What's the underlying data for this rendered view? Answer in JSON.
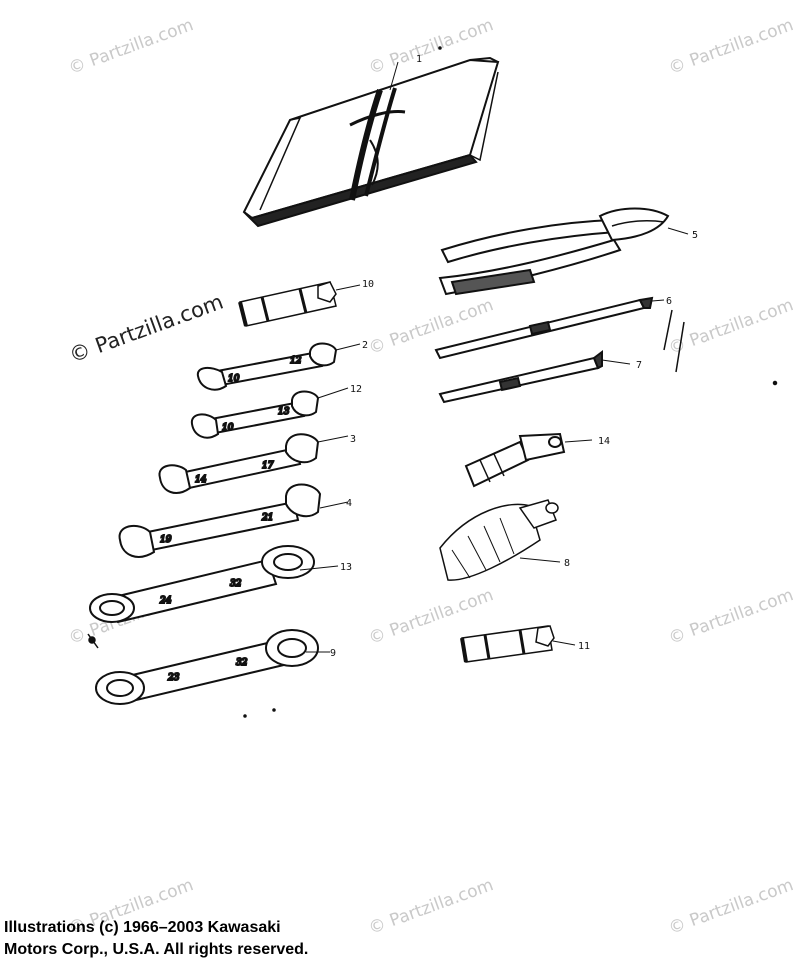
{
  "watermark": {
    "text": "© Partzilla.com"
  },
  "callouts": [
    "1",
    "2",
    "3",
    "4",
    "5",
    "6",
    "7",
    "8",
    "9",
    "10",
    "11",
    "12",
    "13",
    "14"
  ],
  "wrench_sizes": {
    "w2": [
      "10",
      "12"
    ],
    "w12": [
      "10",
      "13"
    ],
    "w3": [
      "14",
      "17"
    ],
    "w4": [
      "19",
      "21"
    ],
    "w13": [
      "24",
      "32"
    ],
    "w9": [
      "23",
      "32"
    ]
  },
  "copyright": {
    "line1": "Illustrations (c) 1966–2003 Kawasaki",
    "line2": "Motors Corp., U.S.A.  All rights reserved."
  }
}
